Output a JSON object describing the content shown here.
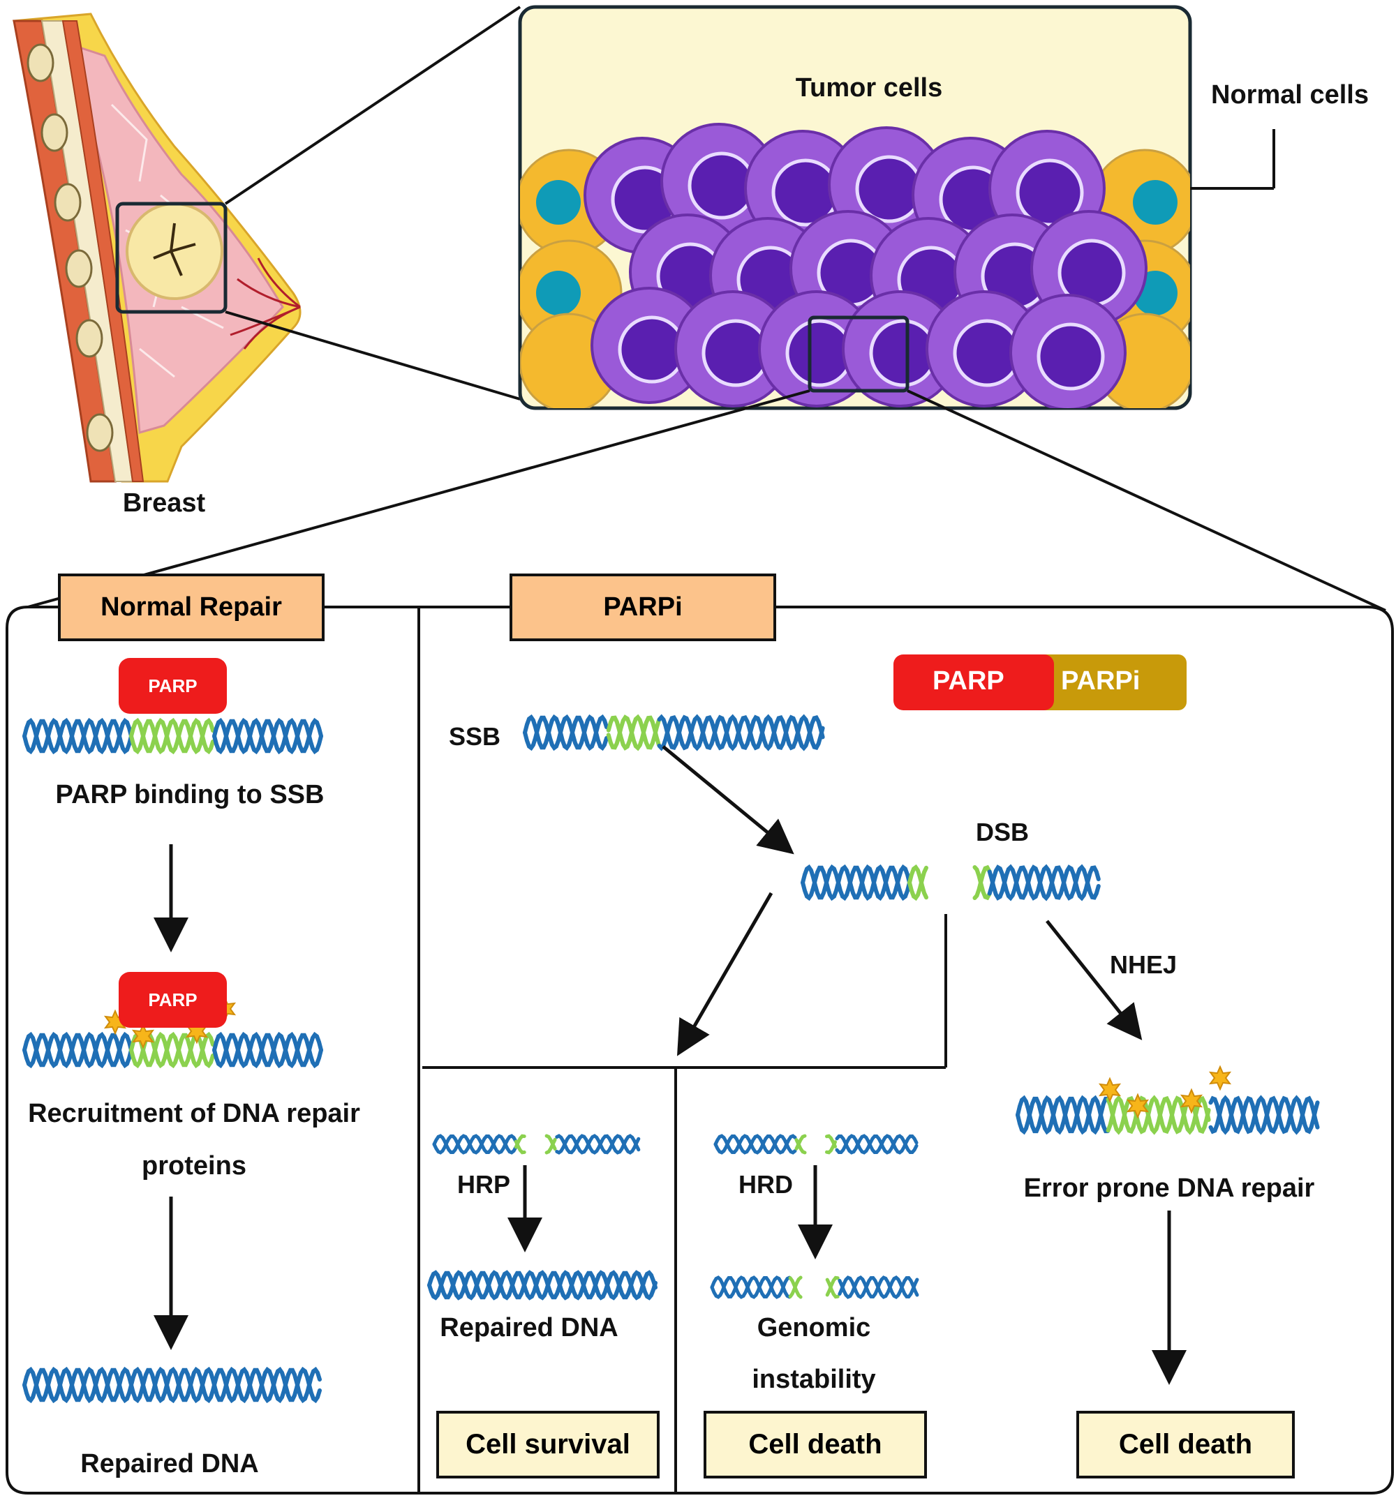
{
  "breast": {
    "label": "Breast"
  },
  "tissue": {
    "tumor_label": "Tumor cells",
    "normal_label": "Normal cells"
  },
  "normal_repair": {
    "title": "Normal Repair",
    "parp_tag": "PARP",
    "step1": "PARP binding to SSB",
    "step2_line1": "Recruitment of DNA repair",
    "step2_line2": "proteins",
    "step3": "Repaired DNA"
  },
  "parpi": {
    "title": "PARPi",
    "legend_parp": "PARP",
    "legend_parpi": "PARPi",
    "ssb": "SSB",
    "dsb": "DSB",
    "nhej": "NHEJ",
    "hrp": "HRP",
    "hrd": "HRD",
    "repaired": "Repaired DNA",
    "genomic_line1": "Genomic",
    "genomic_line2": "instability",
    "error_prone": "Error prone DNA repair",
    "outcome_survival": "Cell survival",
    "outcome_death_hrd": "Cell death",
    "outcome_death_nhej": "Cell death"
  },
  "colors": {
    "dna_blue": "#1f6fb5",
    "dna_green": "#8bd14e",
    "parp_red": "#ee1c1c",
    "parpi_gold": "#c89a0a",
    "tab_fill": "#fcc38b",
    "outcome_fill": "#fdf5cf",
    "tumor_purple": "#8c4fd0",
    "normal_yellow": "#f4b92e",
    "normal_nucleus": "#0f9bb7"
  }
}
